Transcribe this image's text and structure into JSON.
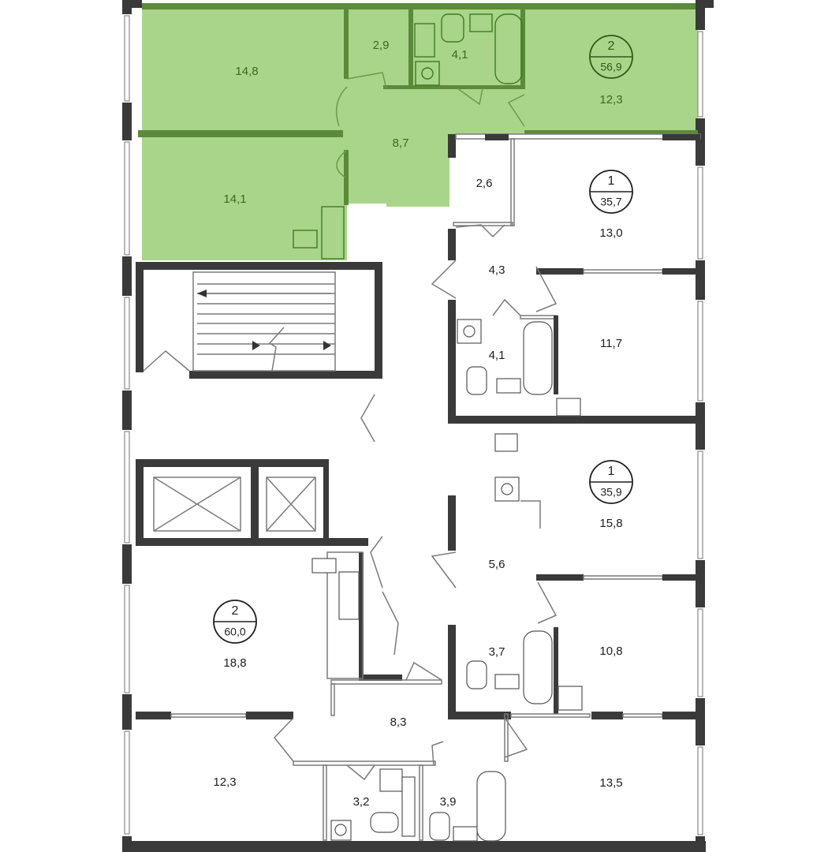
{
  "apartments": [
    {
      "id": "apt-top",
      "rooms_count": "2",
      "area": "56,9",
      "highlighted": true
    },
    {
      "id": "apt-right-1",
      "rooms_count": "1",
      "area": "35,7",
      "highlighted": false
    },
    {
      "id": "apt-right-2",
      "rooms_count": "1",
      "area": "35,9",
      "highlighted": false
    },
    {
      "id": "apt-left",
      "rooms_count": "2",
      "area": "60,0",
      "highlighted": false
    }
  ],
  "rooms": {
    "top_living_1": "14,8",
    "top_wc": "2,9",
    "top_bath": "4,1",
    "top_kitchen": "12,3",
    "top_hall": "8,7",
    "top_living_2": "14,1",
    "r1_storage": "2,6",
    "r1_living": "13,0",
    "r1_hall": "4,3",
    "r1_bath": "4,1",
    "r1_kitchen": "11,7",
    "r2_living": "15,8",
    "r2_hall": "5,6",
    "r2_bath": "3,7",
    "r2_kitchen": "10,8",
    "l_living": "18,8",
    "l_hall": "8,3",
    "l_bedroom": "12,3",
    "l_wc": "3,2",
    "l_bath": "3,9",
    "l_kitchen": "13,5"
  },
  "colors": {
    "highlight_fill": "#a8d58a",
    "highlight_wall": "#5a8a3a",
    "wall": "#3a3a3a",
    "background": "#ffffff"
  }
}
